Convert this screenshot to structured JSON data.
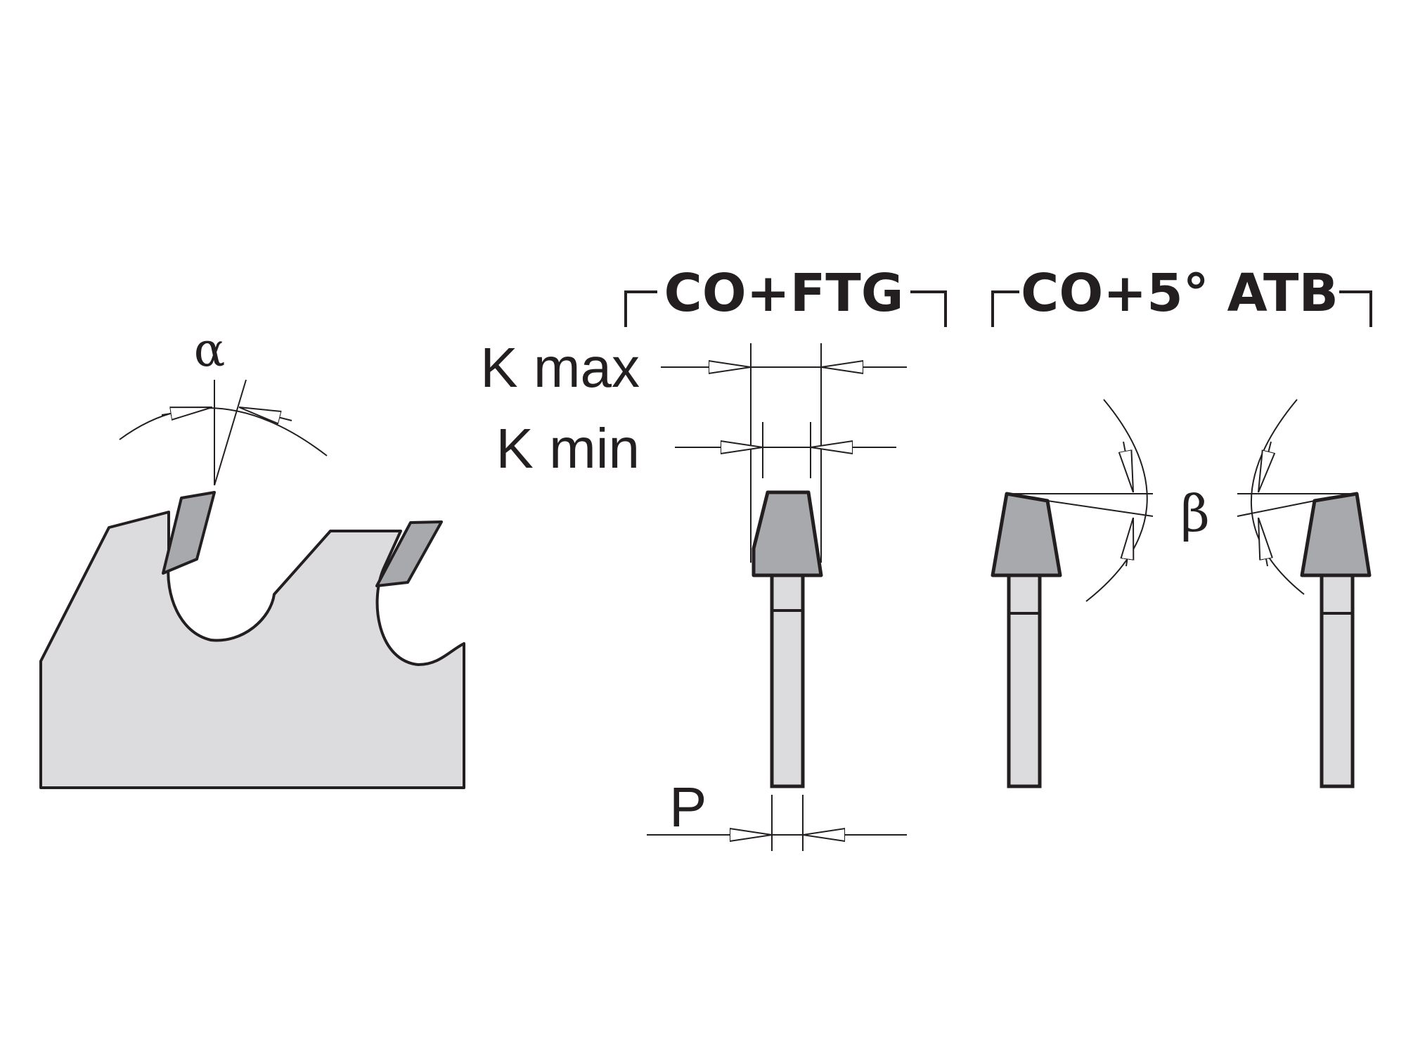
{
  "labels": {
    "alpha": "α",
    "beta": "β",
    "k_max": "K max",
    "k_min": "K min",
    "p": "P",
    "group_ftg": "CO+FTG",
    "group_atb": "CO+5° ATB"
  },
  "colors": {
    "ink": "#231f20",
    "blade_fill": "#dcdcdf",
    "tooth_fill": "#a7a9ac",
    "plate_fill": "#dcdcdf",
    "background": "#ffffff"
  }
}
